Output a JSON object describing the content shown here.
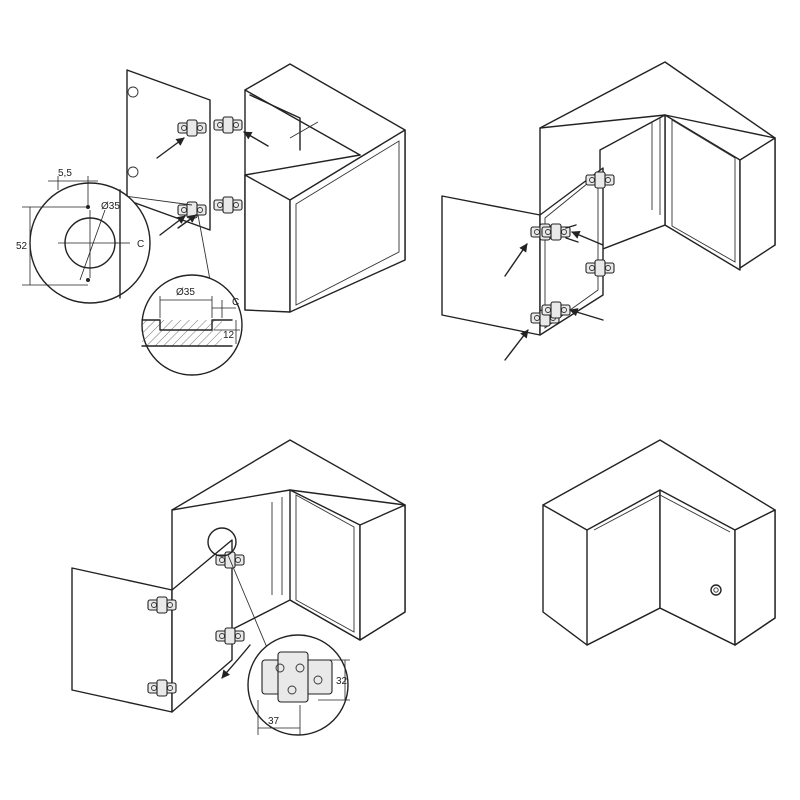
{
  "dimensions": {
    "offset": "5,5",
    "diameter": "Ø35",
    "height": "52",
    "clearance": "C",
    "section_diameter": "Ø35",
    "section_clearance": "C",
    "depth": "12",
    "plate_height": "32",
    "plate_width": "37"
  },
  "colors": {
    "line": "#222222",
    "background": "#ffffff",
    "hinge_fill": "#e9e9e9"
  },
  "icons": [
    "hinge-icon",
    "insertion-arrow-icon",
    "swing-arrow-icon",
    "knob-icon"
  ]
}
